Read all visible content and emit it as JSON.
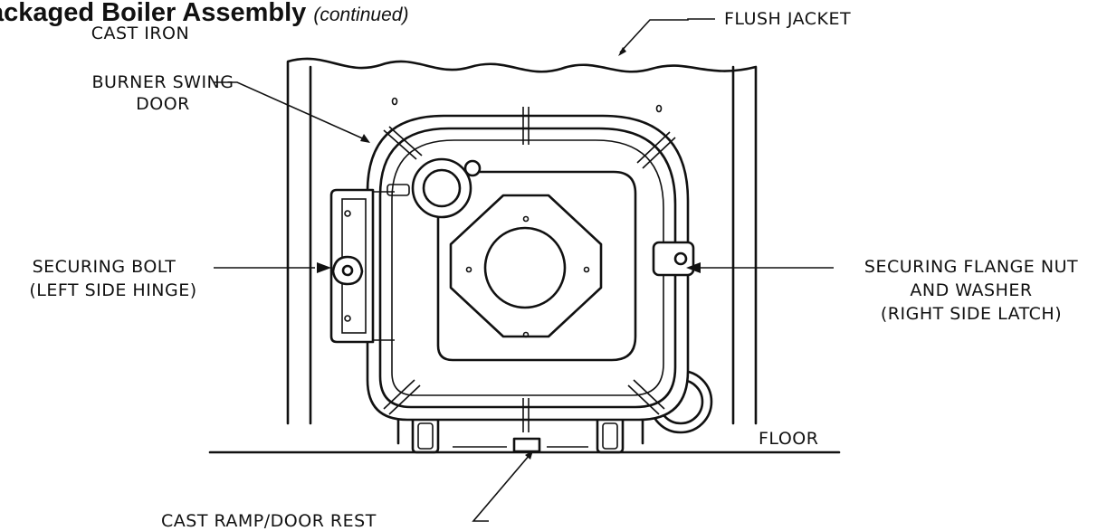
{
  "title": {
    "main": "ackaged Boiler Assembly",
    "suffix": "(continued)"
  },
  "labels": {
    "flush_jacket": "FLUSH JACKET",
    "door_line1": "CAST IRON",
    "door_line2": "BURNER SWING",
    "door_line3": "DOOR",
    "bolt_line1": "SECURING BOLT",
    "bolt_line2": "(LEFT SIDE HINGE)",
    "nut_line1": "SECURING FLANGE NUT",
    "nut_line2": "AND WASHER",
    "nut_line3": "(RIGHT SIDE LATCH)",
    "floor": "FLOOR",
    "ramp": "CAST RAMP/DOOR REST"
  },
  "colors": {
    "ink": "#111111",
    "paper": "#ffffff"
  }
}
